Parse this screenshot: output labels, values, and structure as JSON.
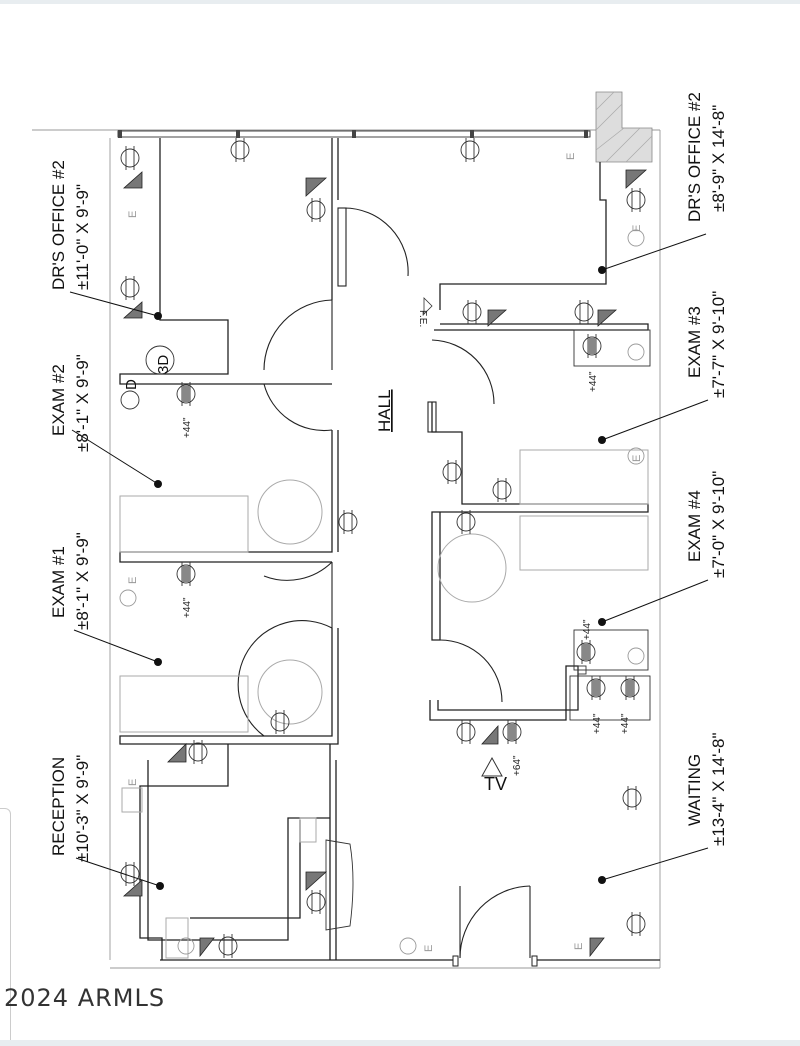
{
  "rooms": {
    "drs_office_1": {
      "name": "DR'S OFFICE #2",
      "dims": "±11'-0\" X 9'-9\""
    },
    "exam_2": {
      "name": "EXAM #2",
      "dims": "±8'-1\" X 9'-9\""
    },
    "exam_1": {
      "name": "EXAM #1",
      "dims": "±8'-1\" X 9'-9\""
    },
    "reception": {
      "name": "RECEPTION",
      "dims": "±10'-3\" X 9'-9\""
    },
    "drs_office_2": {
      "name": "DR'S OFFICE #2",
      "dims": "±8'-9\" X 14'-8\""
    },
    "exam_3": {
      "name": "EXAM #3",
      "dims": "±7'-7\" X 9'-10\""
    },
    "exam_4": {
      "name": "EXAM #4",
      "dims": "±7'-0\" X 9'-10\""
    },
    "waiting": {
      "name": "WAITING",
      "dims": "±13-4\" X 14'-8\""
    },
    "hall": {
      "name": "HALL"
    }
  },
  "annotations": {
    "tv": "TV",
    "height_44": "+44\"",
    "height_64": "+64\"",
    "fe": "F.E.",
    "d3": "3D",
    "d": "D",
    "e": "E"
  },
  "copyright": "2024 ARMLS"
}
